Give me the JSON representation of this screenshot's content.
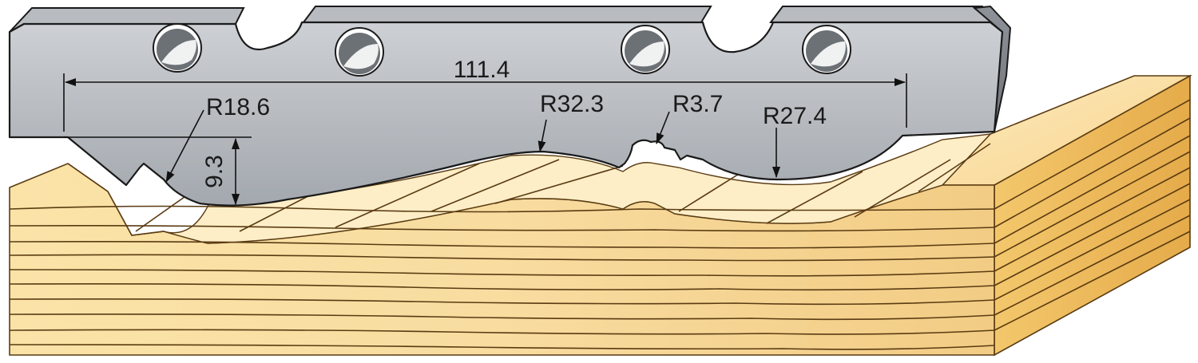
{
  "diagram": {
    "dimensions": {
      "width": "111.4",
      "height": "9.3"
    },
    "radii": [
      {
        "key": "r1",
        "label": "R18.6"
      },
      {
        "key": "r2",
        "label": "R32.3"
      },
      {
        "key": "r3",
        "label": "R3.7"
      },
      {
        "key": "r4",
        "label": "R27.4"
      }
    ],
    "colors": {
      "blade_top": "#c8cbcf",
      "blade_bottom": "#9ea3a9",
      "blade_edge": "#1a1a1a",
      "hole_fill": "#6c7176",
      "wood_light": "#fbe6b4",
      "wood_mid": "#f3cf85",
      "wood_dark": "#e8b45c",
      "grain": "#5a3b12"
    }
  }
}
